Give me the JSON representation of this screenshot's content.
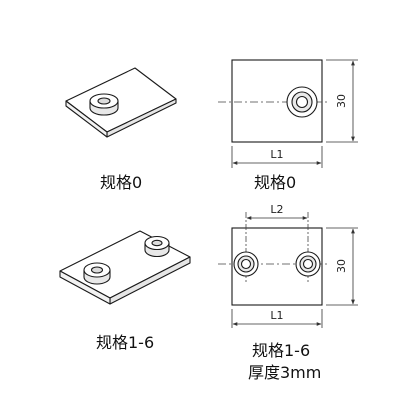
{
  "colors": {
    "line": "#1a1a1a",
    "face": "#ffffff",
    "side": "#e8e8e8",
    "dim": "#333333"
  },
  "views": {
    "top_left": {
      "caption": "规格0"
    },
    "top_right": {
      "caption": "规格0",
      "width_label": "L1",
      "height_label": "30"
    },
    "bottom_left": {
      "caption": "规格1-6"
    },
    "bottom_right": {
      "caption": "规格1-6",
      "spacing_label": "L2",
      "width_label": "L1",
      "height_label": "30",
      "thickness_label": "厚度3mm"
    }
  }
}
